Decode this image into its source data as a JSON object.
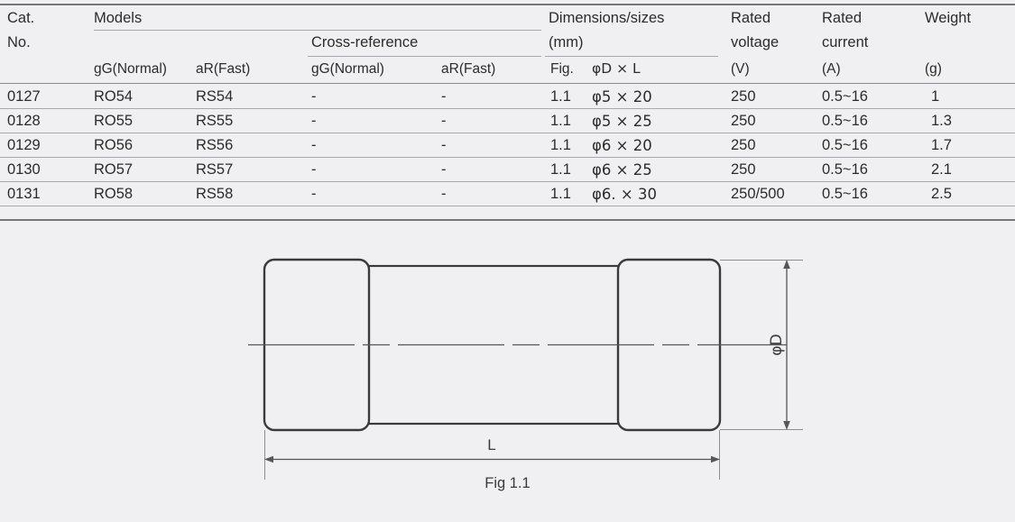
{
  "table": {
    "headers": {
      "cat_no_line1": "Cat.",
      "cat_no_line2": "No.",
      "models": "Models",
      "cross_reference": "Cross-reference",
      "dimensions_line1": "Dimensions/sizes",
      "dimensions_line2": "(mm)",
      "rated_voltage_line1": "Rated",
      "rated_voltage_line2": "voltage",
      "rated_current_line1": "Rated",
      "rated_current_line2": "current",
      "weight": "Weight"
    },
    "subheaders": {
      "models_gg": "gG(Normal)",
      "models_ar": "aR(Fast)",
      "xref_gg": "gG(Normal)",
      "xref_ar": "aR(Fast)",
      "fig": "Fig.",
      "dim_formula": "φD × L",
      "voltage_unit": "(V)",
      "current_unit": "(A)",
      "weight_unit": "(g)"
    },
    "rows": [
      {
        "cat_no": "0127",
        "models_gg": "RO54",
        "models_ar": "RS54",
        "xref_gg": "-",
        "xref_ar": "-",
        "fig": "1.1",
        "dimensions": "φ5 × 20",
        "rated_voltage": "250",
        "rated_current": "0.5~16",
        "weight": "1"
      },
      {
        "cat_no": "0128",
        "models_gg": "RO55",
        "models_ar": "RS55",
        "xref_gg": "-",
        "xref_ar": "-",
        "fig": "1.1",
        "dimensions": "φ5 × 25",
        "rated_voltage": "250",
        "rated_current": "0.5~16",
        "weight": "1.3"
      },
      {
        "cat_no": "0129",
        "models_gg": "RO56",
        "models_ar": "RS56",
        "xref_gg": "-",
        "xref_ar": "-",
        "fig": "1.1",
        "dimensions": "φ6 × 20",
        "rated_voltage": "250",
        "rated_current": "0.5~16",
        "weight": "1.7"
      },
      {
        "cat_no": "0130",
        "models_gg": "RO57",
        "models_ar": "RS57",
        "xref_gg": "-",
        "xref_ar": "-",
        "fig": "1.1",
        "dimensions": "φ6 × 25",
        "rated_voltage": "250",
        "rated_current": "0.5~16",
        "weight": "2.1"
      },
      {
        "cat_no": "0131",
        "models_gg": "RO58",
        "models_ar": "RS58",
        "xref_gg": "-",
        "xref_ar": "-",
        "fig": "1.1",
        "dimensions": "φ6. × 30",
        "rated_voltage": "250/500",
        "rated_current": "0.5~16",
        "weight": "2.5"
      }
    ]
  },
  "drawing": {
    "caption": "Fig 1.1",
    "diameter_label": "φD",
    "length_label": "L",
    "line_color": "#3a3a3e",
    "dimension_color": "#55555a"
  }
}
